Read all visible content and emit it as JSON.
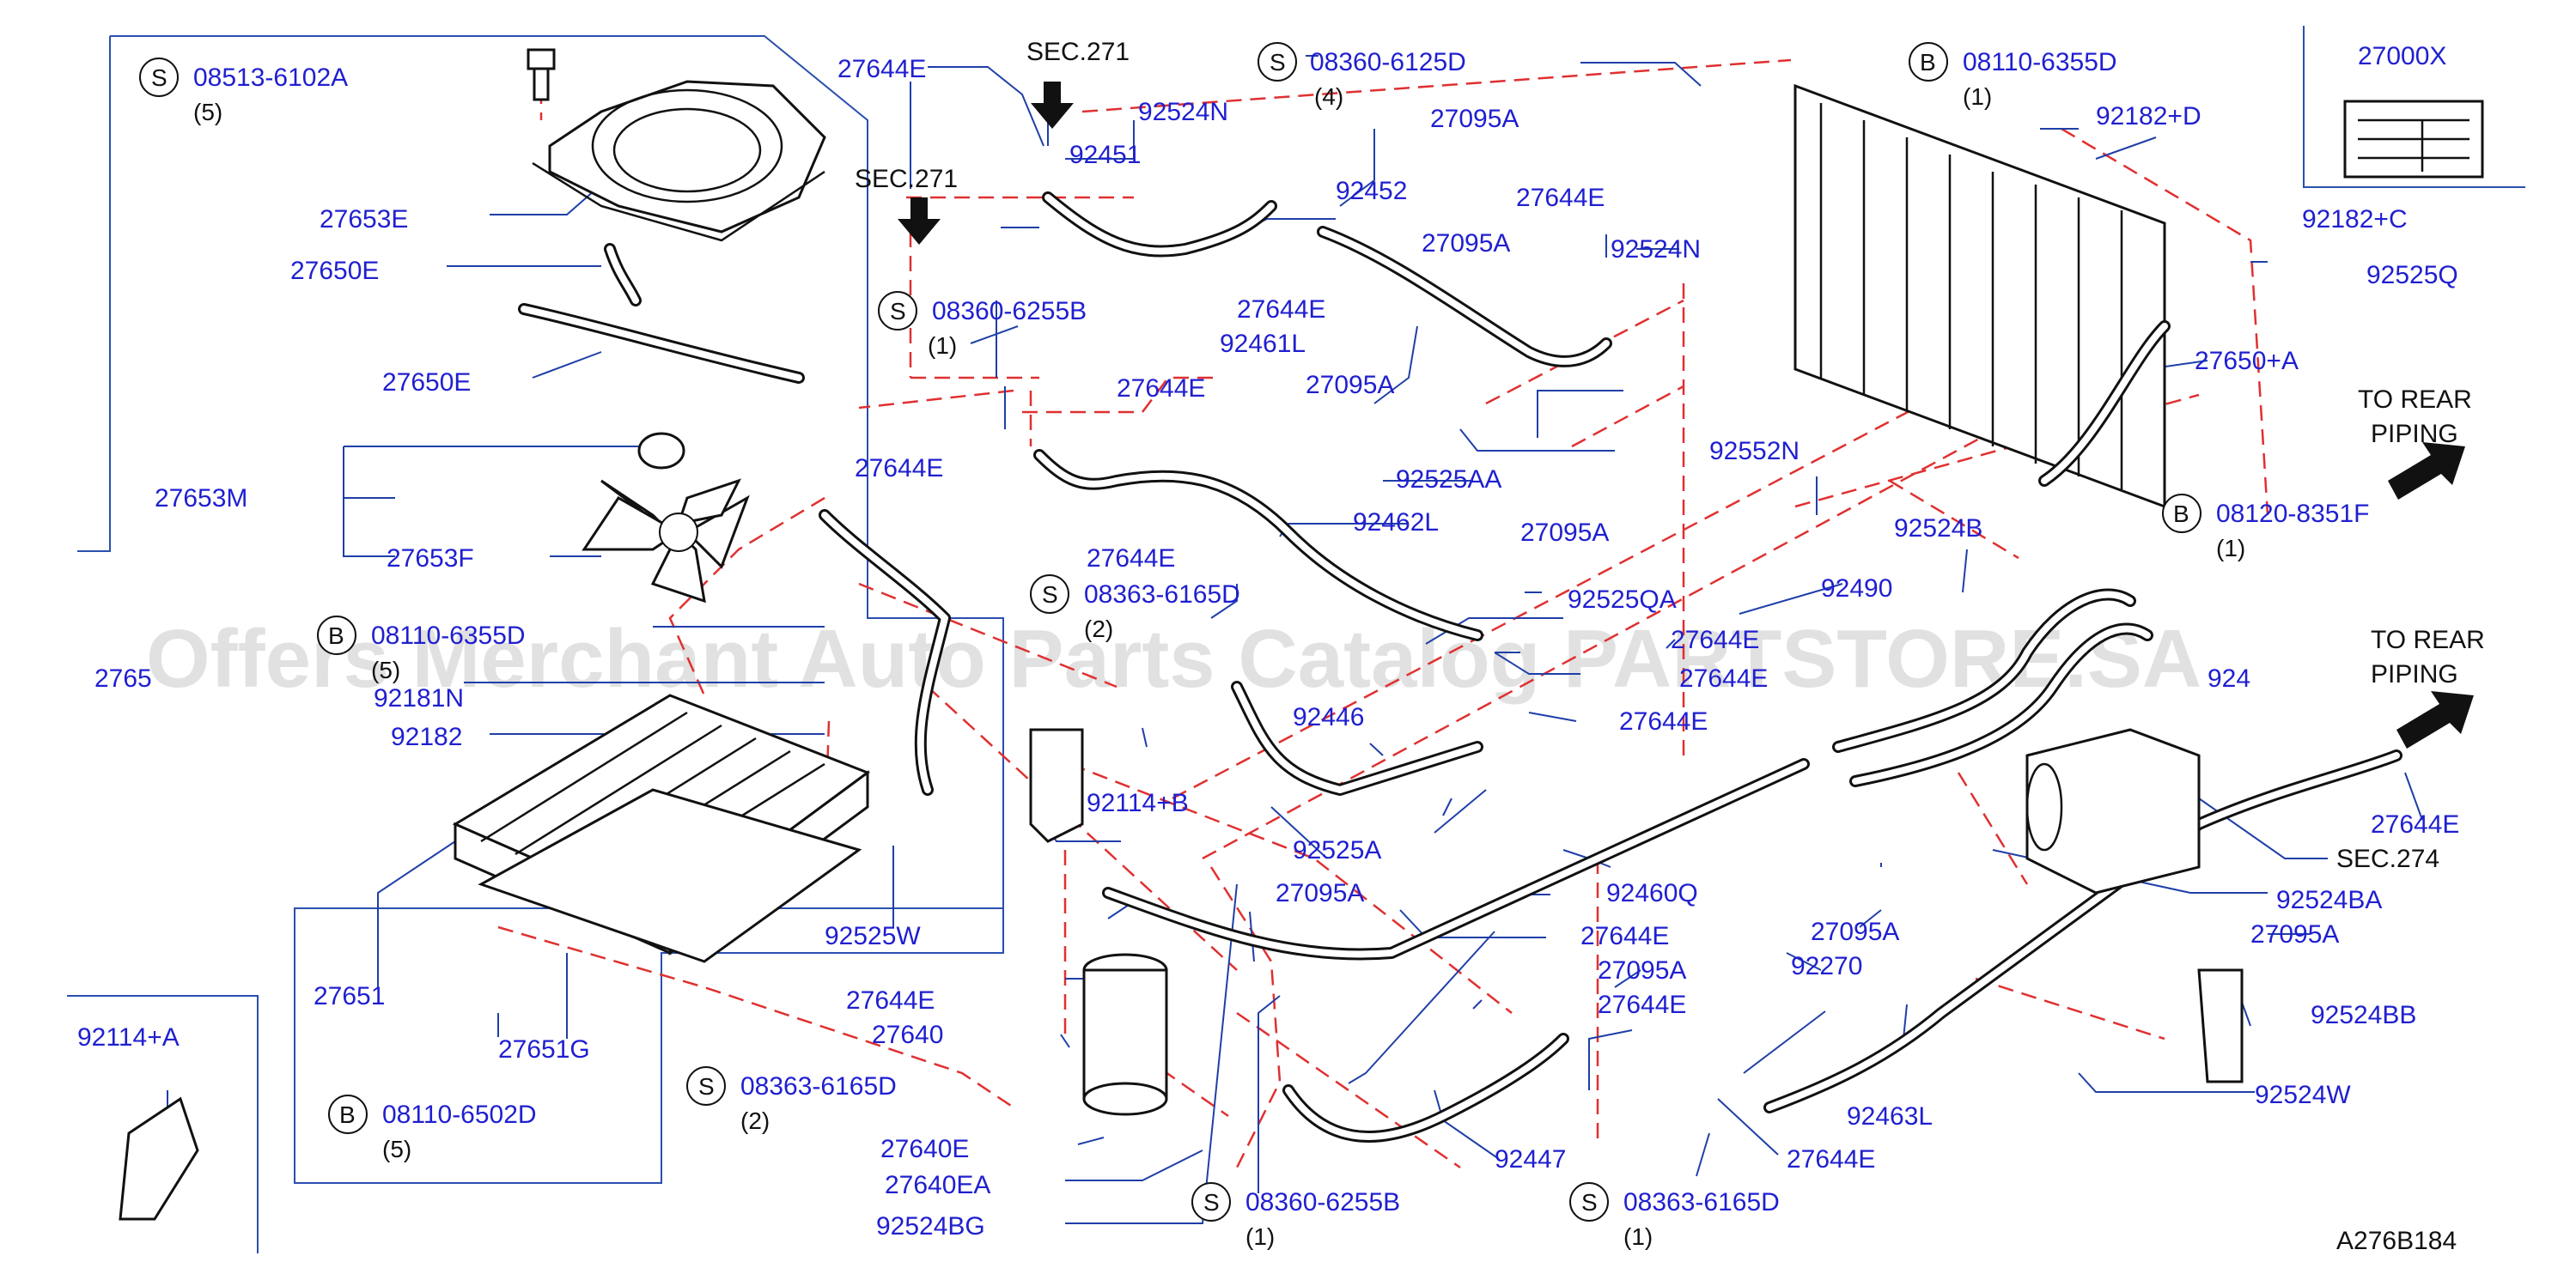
{
  "watermark": "Offers Merchant Auto Parts Catalog PARTSTORE.SA",
  "diagram_code": "A276B184",
  "sec_labels": {
    "sec271_a": "SEC.271",
    "sec271_b": "SEC.271",
    "sec274": "SEC.274"
  },
  "rear_piping": {
    "line1": "TO REAR",
    "line2": "PIPING",
    "line3": "TO REAR",
    "line4": "PIPING"
  },
  "screws": {
    "s1": {
      "symbol": "S",
      "part": "08513-6102A",
      "qty": "(5)"
    },
    "s2": {
      "symbol": "S",
      "part": "08360-6125D",
      "qty": "(4)"
    },
    "s3": {
      "symbol": "S",
      "part": "08360-6255B",
      "qty": "(1)"
    },
    "s4": {
      "symbol": "S",
      "part": "08363-6165D",
      "qty": "(2)"
    },
    "s5": {
      "symbol": "S",
      "part": "08363-6165D",
      "qty": "(2)"
    },
    "s6": {
      "symbol": "S",
      "part": "08360-6255B",
      "qty": "(1)"
    },
    "s7": {
      "symbol": "S",
      "part": "08363-6165D",
      "qty": "(1)"
    }
  },
  "bolts": {
    "b1": {
      "symbol": "B",
      "part": "08110-6355D",
      "qty": "(1)"
    },
    "b2": {
      "symbol": "B",
      "part": "08120-8351F",
      "qty": "(1)"
    },
    "b3": {
      "symbol": "B",
      "part": "08110-6355D",
      "qty": "(5)"
    },
    "b4": {
      "symbol": "B",
      "part": "08110-6502D",
      "qty": "(5)"
    }
  },
  "parts": {
    "p27644E_1": "27644E",
    "p92451": "92451",
    "p92524N_1": "92524N",
    "p27095A_1": "27095A",
    "p92452": "92452",
    "p27095A_2": "27095A",
    "p27644E_2": "27644E",
    "p92524N_2": "92524N",
    "p27644E_3": "27644E",
    "p92461L": "92461L",
    "p27644E_4": "27644E",
    "p27095A_3": "27095A",
    "p27644E_5": "27644E",
    "p92525AA": "92525AA",
    "p27644E_6": "27644E",
    "p92462L": "92462L",
    "p27095A_4": "27095A",
    "p92552N": "92552N",
    "p92525QA": "92525QA",
    "p27644E_7": "27644E",
    "p27644E_8": "27644E",
    "p92446": "92446",
    "p27644E_9": "27644E",
    "p92114B": "92114+B",
    "p92525A": "92525A",
    "p27095A_5": "27095A",
    "p92460Q": "92460Q",
    "p27000X": "27000X",
    "p92182D": "92182+D",
    "p92182C": "92182+C",
    "p92525Q": "92525Q",
    "p27650A": "27650+A",
    "p92524B": "92524B",
    "p92490": "92490",
    "p27644E_10": "27644E",
    "p92524BA": "92524BA",
    "p27095A_6": "27095A",
    "p27095A_7": "27095A",
    "p92524BB": "92524BB",
    "p92524W_1": "92524W",
    "p92270": "92270",
    "p27644E_11": "27644E",
    "p27095A_8": "27095A",
    "p27644E_12": "27644E",
    "p92463L": "92463L",
    "p27644E_13": "27644E",
    "p92447": "92447",
    "p27653E": "27653E",
    "p27650E_1": "27650E",
    "p27650E_2": "27650E",
    "p27653M": "27653M",
    "p27653F": "27653F",
    "p27650_cut": "2765",
    "p92181N": "92181N",
    "p92182": "92182",
    "p27651": "27651",
    "p27651G": "27651G",
    "p92525W": "92525W",
    "p27644E_14": "27644E",
    "p27640": "27640",
    "p27640E": "27640E",
    "p27640EA": "27640EA",
    "p92524BG": "92524BG",
    "p92114A": "92114+A",
    "p9244_cut": "924"
  }
}
